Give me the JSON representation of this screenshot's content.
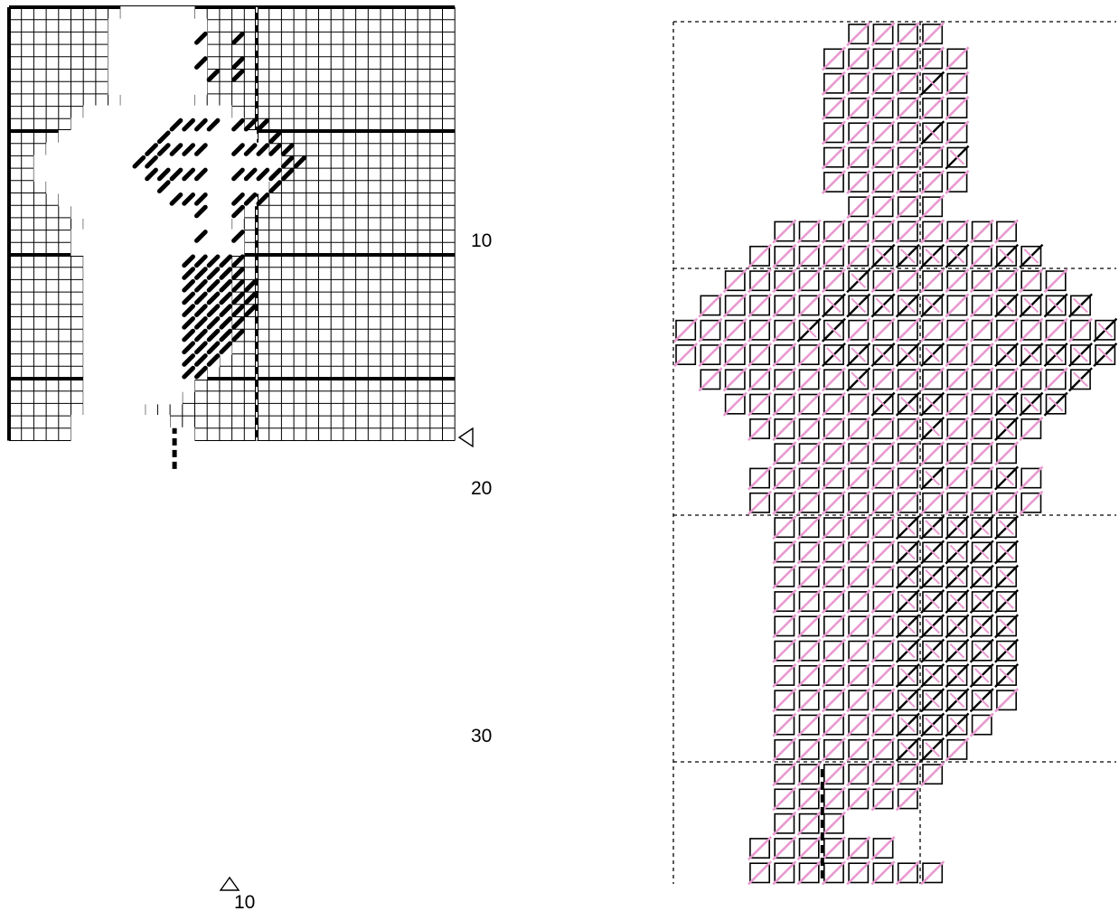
{
  "figure": {
    "row_labels": [
      "10",
      "20",
      "30"
    ],
    "col_labels": [
      "10"
    ],
    "center_row_marker": "◁",
    "center_col_marker": "△"
  },
  "colors": {
    "grid": "#000000",
    "stitch": "#000000",
    "preview_cross": "#e89ad0",
    "preview_back": "#000000",
    "background": "#ffffff"
  },
  "pattern": {
    "columns": 18,
    "rows": 35,
    "shape_rows": [
      {
        "row": 1,
        "from": 8,
        "to": 11
      },
      {
        "row": 2,
        "from": 7,
        "to": 12
      },
      {
        "row": 3,
        "from": 7,
        "to": 12
      },
      {
        "row": 4,
        "from": 7,
        "to": 12
      },
      {
        "row": 5,
        "from": 7,
        "to": 12
      },
      {
        "row": 6,
        "from": 7,
        "to": 12
      },
      {
        "row": 7,
        "from": 7,
        "to": 12
      },
      {
        "row": 8,
        "from": 8,
        "to": 11
      },
      {
        "row": 9,
        "from": 5,
        "to": 14
      },
      {
        "row": 10,
        "from": 4,
        "to": 15
      },
      {
        "row": 11,
        "from": 3,
        "to": 16
      },
      {
        "row": 12,
        "from": 2,
        "to": 17
      },
      {
        "row": 13,
        "from": 1,
        "to": 18
      },
      {
        "row": 14,
        "from": 1,
        "to": 18
      },
      {
        "row": 15,
        "from": 2,
        "to": 17
      },
      {
        "row": 16,
        "from": 3,
        "to": 16
      },
      {
        "row": 17,
        "from": 4,
        "to": 15
      },
      {
        "row": 18,
        "from": 5,
        "to": 14
      },
      {
        "row": 19,
        "from": 4,
        "to": 15
      },
      {
        "row": 20,
        "from": 4,
        "to": 15
      },
      {
        "row": 21,
        "from": 5,
        "to": 14
      },
      {
        "row": 22,
        "from": 5,
        "to": 14
      },
      {
        "row": 23,
        "from": 5,
        "to": 14
      },
      {
        "row": 24,
        "from": 5,
        "to": 14
      },
      {
        "row": 25,
        "from": 5,
        "to": 14
      },
      {
        "row": 26,
        "from": 5,
        "to": 14
      },
      {
        "row": 27,
        "from": 5,
        "to": 14
      },
      {
        "row": 28,
        "from": 5,
        "to": 14
      },
      {
        "row": 29,
        "from": 5,
        "to": 13
      },
      {
        "row": 30,
        "from": 5,
        "to": 12
      },
      {
        "row": 31,
        "from": 5,
        "to": 11
      },
      {
        "row": 32,
        "from": 5,
        "to": 10
      },
      {
        "row": 33,
        "from": 5,
        "to": 7
      },
      {
        "row": 34,
        "from": 4,
        "to": 9
      },
      {
        "row": 35,
        "from": 4,
        "to": 11
      }
    ],
    "stitches": [
      {
        "row": 3,
        "cols": [
          8,
          11
        ]
      },
      {
        "row": 5,
        "cols": [
          8,
          11
        ]
      },
      {
        "row": 6,
        "cols": [
          9,
          11
        ]
      },
      {
        "row": 10,
        "cols": [
          6,
          7,
          8,
          9,
          11,
          12,
          13
        ]
      },
      {
        "row": 11,
        "cols": [
          5,
          14
        ]
      },
      {
        "row": 12,
        "cols": [
          4,
          5,
          6,
          7,
          8,
          11,
          12,
          13,
          14,
          15
        ]
      },
      {
        "row": 13,
        "cols": [
          3,
          4,
          15,
          16
        ]
      },
      {
        "row": 14,
        "cols": [
          4,
          5,
          6,
          7,
          8,
          11,
          12,
          13,
          14,
          15
        ]
      },
      {
        "row": 15,
        "cols": [
          5,
          14
        ]
      },
      {
        "row": 16,
        "cols": [
          6,
          7,
          8,
          11,
          12,
          13
        ]
      },
      {
        "row": 17,
        "cols": [
          8,
          11
        ]
      },
      {
        "row": 19,
        "cols": [
          8,
          11
        ]
      },
      {
        "row": 21,
        "cols": [
          7,
          8,
          9,
          10,
          11
        ]
      },
      {
        "row": 22,
        "cols": [
          7,
          8,
          9,
          10,
          11
        ]
      },
      {
        "row": 23,
        "cols": [
          7,
          8,
          9,
          10,
          11,
          12
        ]
      },
      {
        "row": 24,
        "cols": [
          7,
          8,
          9,
          10,
          11,
          12
        ]
      },
      {
        "row": 25,
        "cols": [
          7,
          8,
          9,
          10,
          11,
          12
        ]
      },
      {
        "row": 26,
        "cols": [
          7,
          8,
          9,
          10,
          11
        ]
      },
      {
        "row": 27,
        "cols": [
          7,
          8,
          9,
          10,
          11
        ]
      },
      {
        "row": 28,
        "cols": [
          7,
          8,
          9,
          10
        ]
      },
      {
        "row": 29,
        "cols": [
          7,
          8,
          9
        ]
      },
      {
        "row": 30,
        "cols": [
          7,
          8
        ]
      }
    ],
    "back_stitch_column": 7,
    "back_stitch_rows": [
      31,
      35
    ]
  }
}
